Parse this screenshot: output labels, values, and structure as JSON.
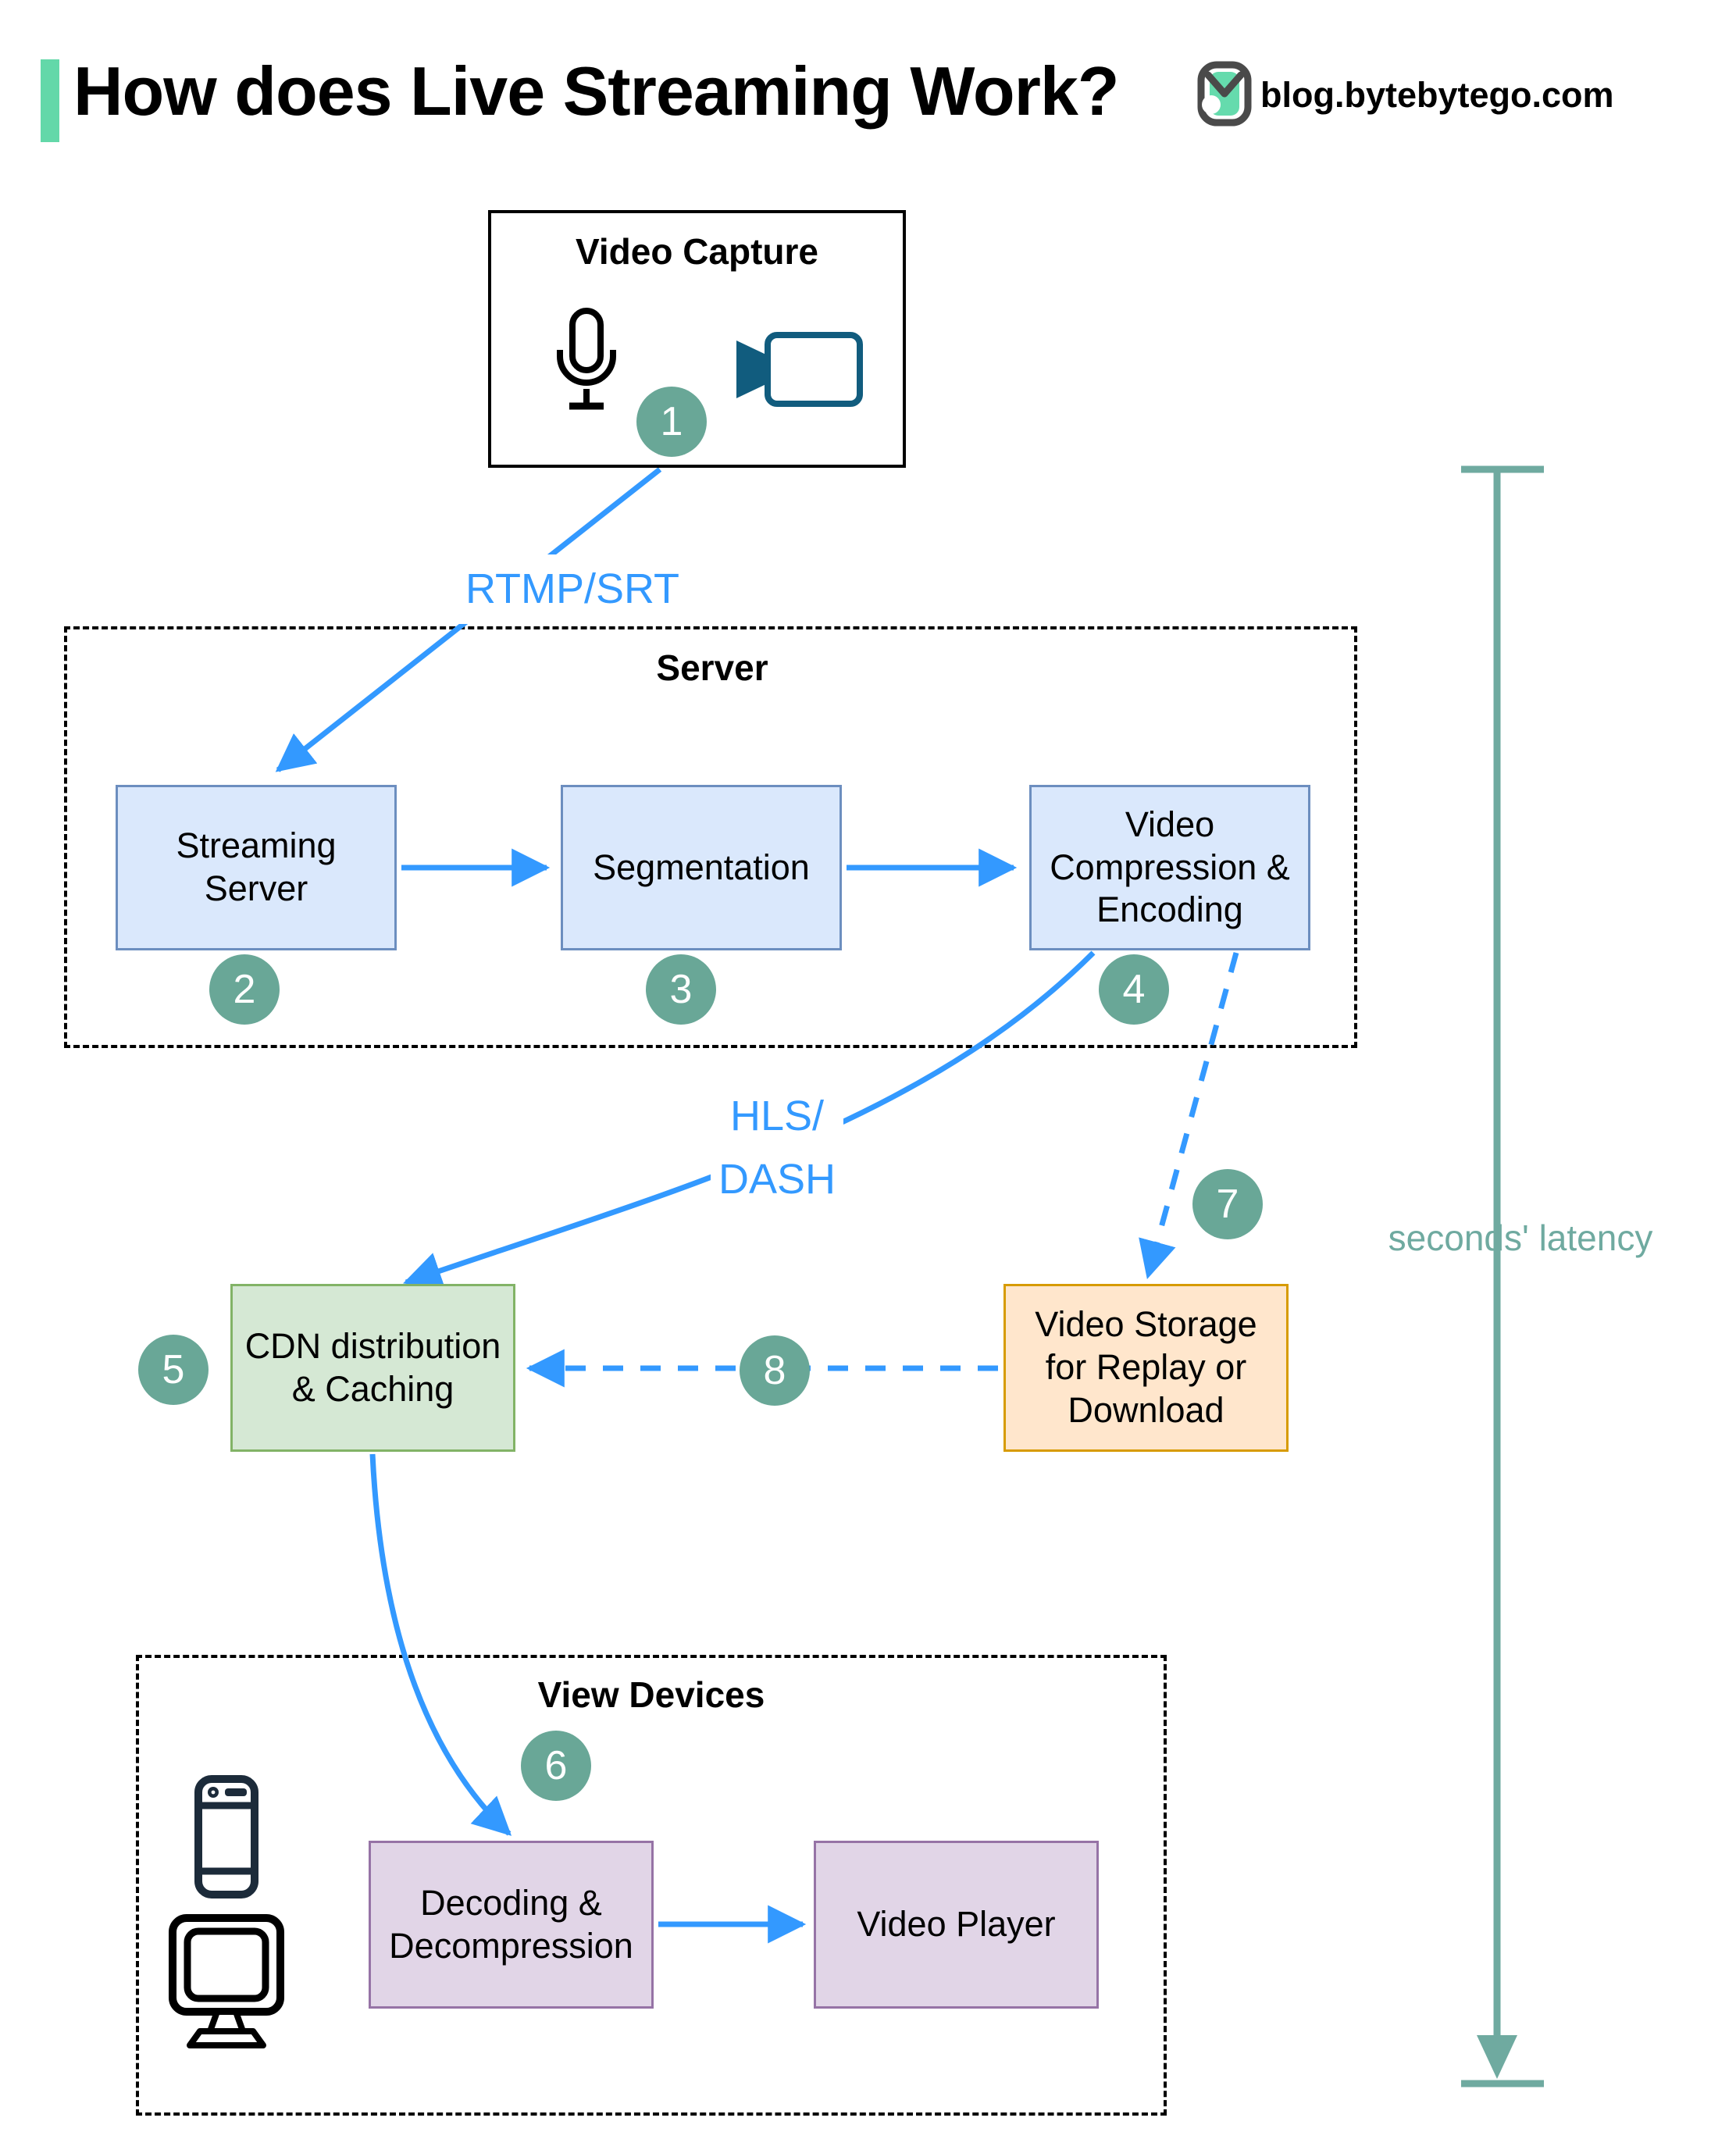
{
  "header": {
    "title": "How does Live Streaming Work?",
    "site": "blog.bytebytego.com",
    "accent_color": "#63D8A9",
    "logo_green": "#65DBAD",
    "logo_gray": "#4A4A4A"
  },
  "colors": {
    "arrow_blue": "#3399FF",
    "step_circle_fill": "#69A797",
    "latency_teal": "#6FAAA0",
    "blue_box_fill": "#DAE8FC",
    "blue_box_border": "#6C8EBF",
    "green_box_fill": "#D5E8D4",
    "green_box_border": "#82B366",
    "orange_box_fill": "#FFE6CC",
    "orange_box_border": "#D79B00",
    "purple_box_fill": "#E1D5E7",
    "purple_box_border": "#9673A6",
    "camera_icon_teal": "#115C7E",
    "phone_icon_navy": "#1C2B3A"
  },
  "groups": {
    "video_capture": {
      "title": "Video Capture"
    },
    "server": {
      "title": "Server"
    },
    "view_devices": {
      "title": "View Devices"
    }
  },
  "nodes": {
    "streaming_server": "Streaming Server",
    "segmentation": "Segmentation",
    "video_compression": "Video Compression & Encoding",
    "cdn": "CDN distribution & Caching",
    "video_storage": "Video Storage for Replay or Download",
    "decoding": "Decoding & Decompression",
    "video_player": "Video Player"
  },
  "edge_labels": {
    "rtmp": "RTMP/SRT",
    "hls_line1": "HLS/",
    "hls_line2": "DASH",
    "latency": "seconds' latency"
  },
  "steps": [
    "1",
    "2",
    "3",
    "4",
    "5",
    "6",
    "7",
    "8"
  ],
  "icons": [
    "microphone-icon",
    "video-camera-icon",
    "smartphone-icon",
    "monitor-icon",
    "bytebytego-logo-icon"
  ]
}
